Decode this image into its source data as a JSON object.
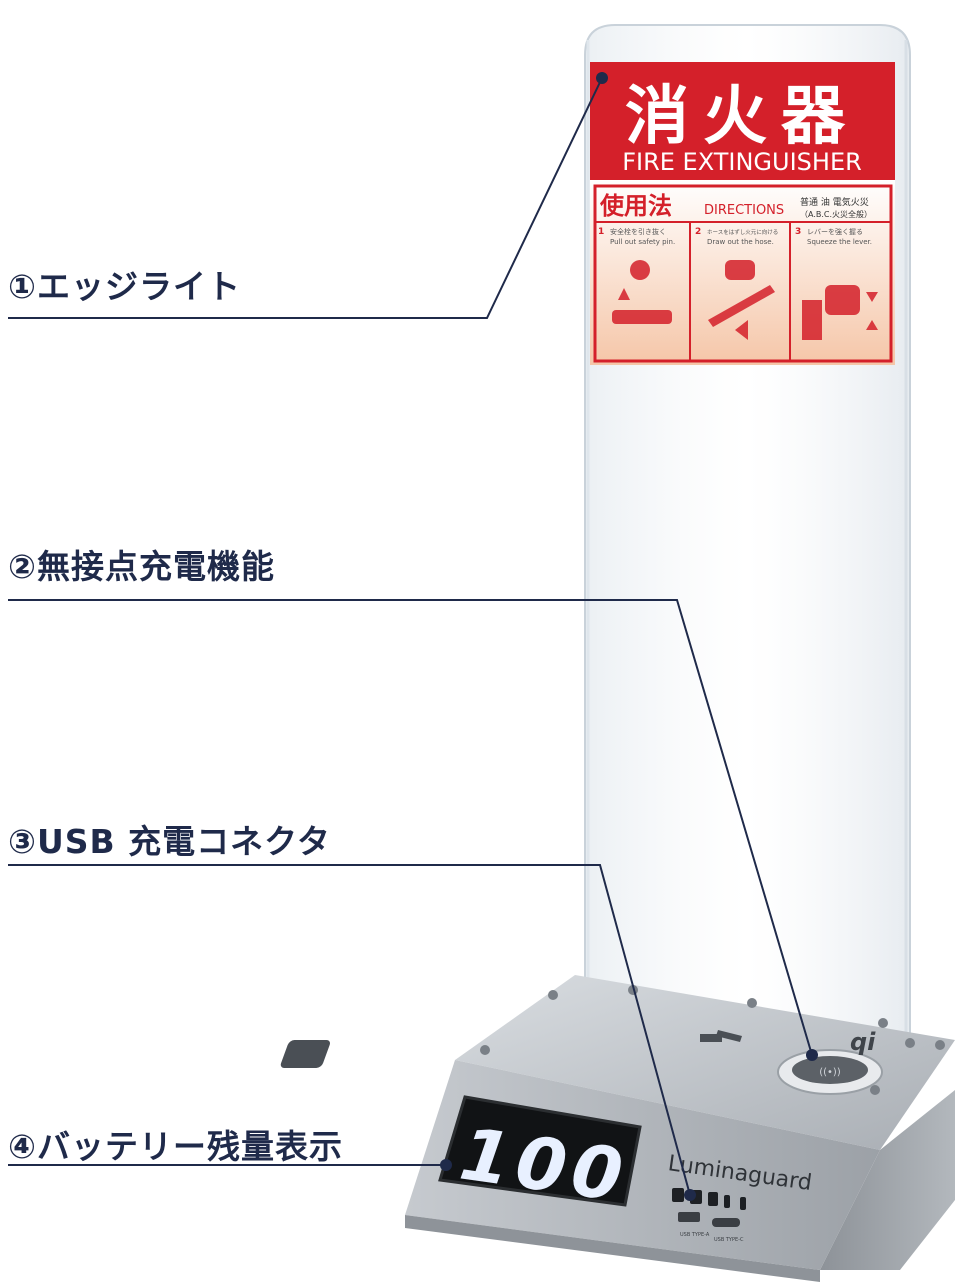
{
  "callouts": [
    {
      "label": "①エッジライト"
    },
    {
      "label": "②無接点充電機能"
    },
    {
      "label": "③USB 充電コネクタ"
    },
    {
      "label": "④バッテリー残量表示"
    }
  ],
  "sign": {
    "title_jp": "消火器",
    "title_en": "FIRE EXTINGUISHER",
    "usage_jp": "使用法",
    "usage_en": "DIRECTIONS",
    "class_line1": "普通 油 電気火災",
    "class_line2": "（A.B.C.火災全般）",
    "steps": [
      {
        "num": "1",
        "jp": "安全栓を引き抜く",
        "en": "Pull out safety pin."
      },
      {
        "num": "2",
        "jp": "ホースをはずし火元に向ける",
        "en": "Draw out the hose."
      },
      {
        "num": "3",
        "jp": "レバーを強く握る",
        "en": "Squeeze the lever."
      }
    ]
  },
  "device": {
    "display_value": "100",
    "brand": "Luminaguard",
    "qi_logo": "qi",
    "usb_a_label": "USB TYPE-A",
    "usb_c_label": "USB TYPE-C"
  },
  "colors": {
    "callout_text": "#1f2a4a",
    "leader_line": "#1f2a4a",
    "sign_red": "#d4202a",
    "steel": "#b9bec4",
    "display_digits": "#e8f0ff"
  },
  "icons": [
    "fire-extinguisher-icon",
    "wireless-charger-icon",
    "usb-port-icon"
  ]
}
